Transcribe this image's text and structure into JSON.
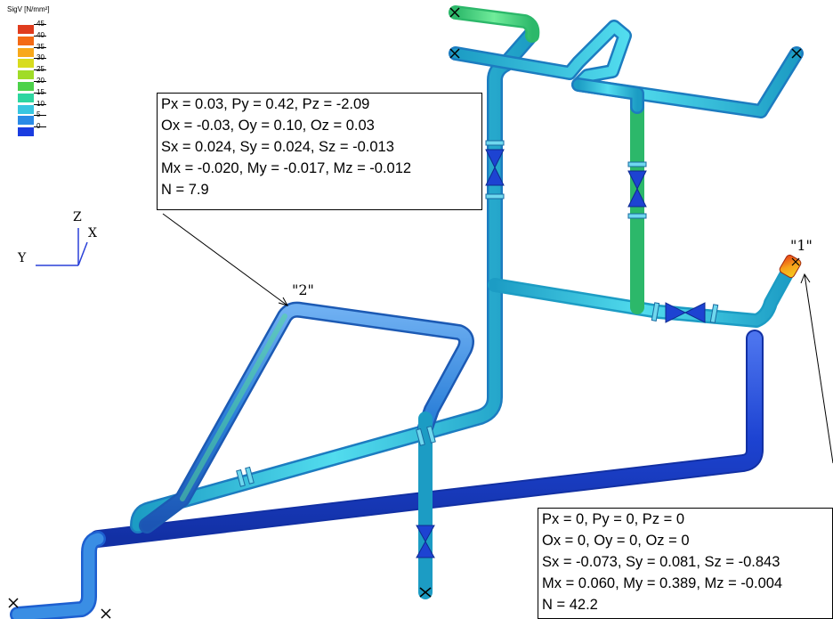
{
  "legend": {
    "title": "SigV [N/mm²]",
    "items": [
      {
        "label": "45",
        "color": "#e03c1e"
      },
      {
        "label": "40",
        "color": "#f46a14"
      },
      {
        "label": "35",
        "color": "#f8a81a"
      },
      {
        "label": "30",
        "color": "#d8dc1e"
      },
      {
        "label": "25",
        "color": "#a0dc28"
      },
      {
        "label": "20",
        "color": "#4cd24a"
      },
      {
        "label": "15",
        "color": "#2ed6a0"
      },
      {
        "label": "10",
        "color": "#38c6e0"
      },
      {
        "label": "5",
        "color": "#2a8ae6"
      },
      {
        "label": "0",
        "color": "#1a3ce0"
      }
    ]
  },
  "axes": {
    "z": "Z",
    "x": "X",
    "y": "Y"
  },
  "nodes": {
    "node1": "\"1\"",
    "node2": "\"2\""
  },
  "callout_node2": {
    "lines": [
      "Px = 0.03, Py = 0.42, Pz = -2.09",
      "Ox = -0.03, Oy = 0.10, Oz = 0.03",
      "Sx = 0.024, Sy = 0.024, Sz = -0.013",
      "Mx = -0.020, My = -0.017, Mz = -0.012",
      "N = 7.9"
    ]
  },
  "callout_node1": {
    "lines": [
      "Px = 0, Py = 0, Pz = 0",
      "Ox = 0, Oy = 0, Oz = 0",
      "Sx = -0.073, Sy = 0.081, Sz = -0.843",
      "Mx = 0.060, My = 0.389, Mz = -0.004",
      "N = 42.2"
    ]
  },
  "colors": {
    "pipe_blue": "#2b7fd8",
    "pipe_dark": "#1d43d2",
    "pipe_cyan": "#36c8dc",
    "pipe_green": "#3fd680",
    "hot": "#e84a1a"
  }
}
